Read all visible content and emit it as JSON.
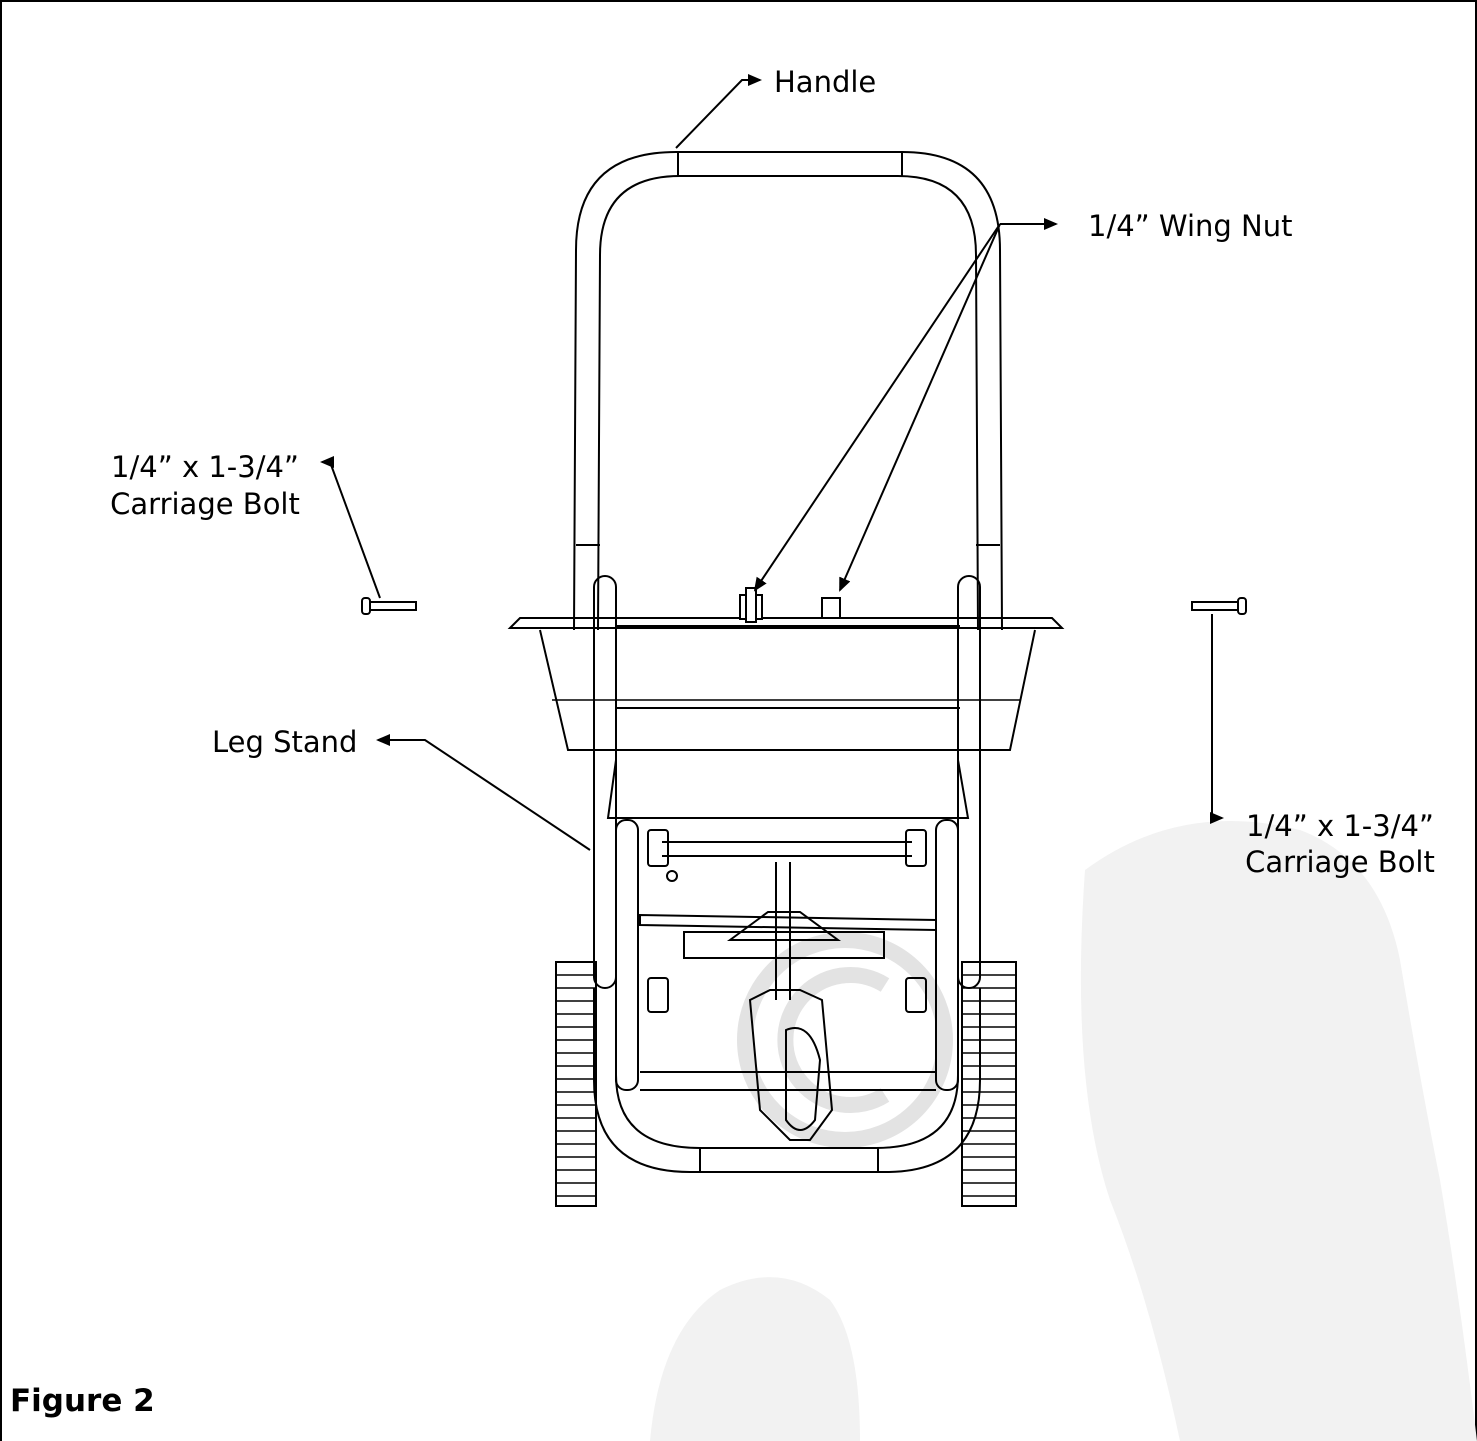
{
  "figure": {
    "caption": "Figure 2"
  },
  "labels": {
    "handle": "Handle",
    "wing_nut": "1/4” Wing Nut",
    "left_bolt_line1": "1/4” x  1-3/4”",
    "left_bolt_line2": "Carriage Bolt",
    "leg_stand": "Leg Stand",
    "right_bolt_line1": "1/4” x 1-3/4”",
    "right_bolt_line2": "Carriage Bolt"
  },
  "colors": {
    "line": "#000000",
    "watermark": "#f0f0f0",
    "watermark_ring": "#dcdcdc"
  },
  "parts": [
    "Handle",
    "1/4” Wing Nut",
    "Carriage Bolt",
    "Leg Stand"
  ]
}
